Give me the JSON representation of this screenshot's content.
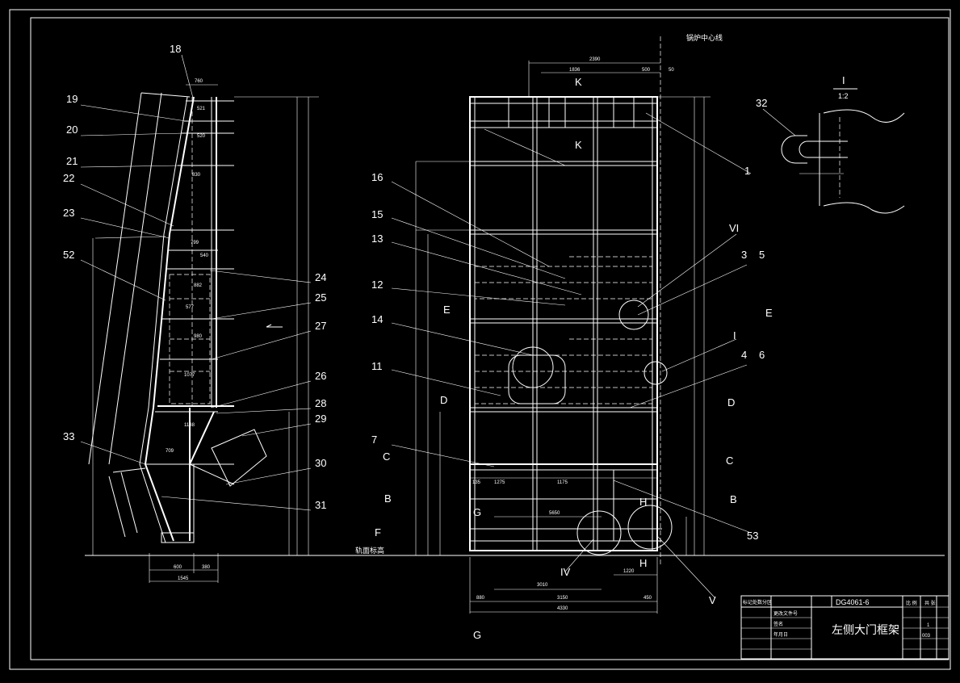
{
  "drawing": {
    "part_labels": [
      "18",
      "19",
      "20",
      "21",
      "22",
      "23",
      "52",
      "33",
      "24",
      "25",
      "27",
      "26",
      "28",
      "29",
      "30",
      "31",
      "16",
      "15",
      "13",
      "12",
      "14",
      "11",
      "7",
      "1",
      "VI",
      "3",
      "5",
      "I",
      "4",
      "6",
      "53",
      "V",
      "IV",
      "32"
    ],
    "section_marks": {
      "E": "E",
      "D": "D",
      "C": "C",
      "B": "B",
      "F": "F",
      "G": "G",
      "H": "H",
      "K": "K"
    },
    "centerline_note": "锅炉中心线",
    "ground_note": "轨面标高",
    "detail_title": "I",
    "detail_scale": "1:2",
    "dims_top": [
      "2390",
      "1836",
      "500",
      "50",
      "760",
      "521",
      "520",
      "830",
      "799",
      "540",
      "882",
      "577",
      "980",
      "1077",
      "1188",
      "709"
    ],
    "dims_bottom": [
      "600",
      "380",
      "1545",
      "3010",
      "3150",
      "4330",
      "880",
      "450",
      "1220",
      "1275",
      "1175",
      "135",
      "5650"
    ]
  },
  "title_block": {
    "drawing_no": "DG4061-6",
    "title": "左侧大门框架",
    "scale_label": "比 例",
    "sheet_label": "共 张",
    "scale_value": "1",
    "sheet_value": "003",
    "row_labels": [
      "标记",
      "处数",
      "分区",
      "更改文件号",
      "签名",
      "年月日"
    ]
  }
}
